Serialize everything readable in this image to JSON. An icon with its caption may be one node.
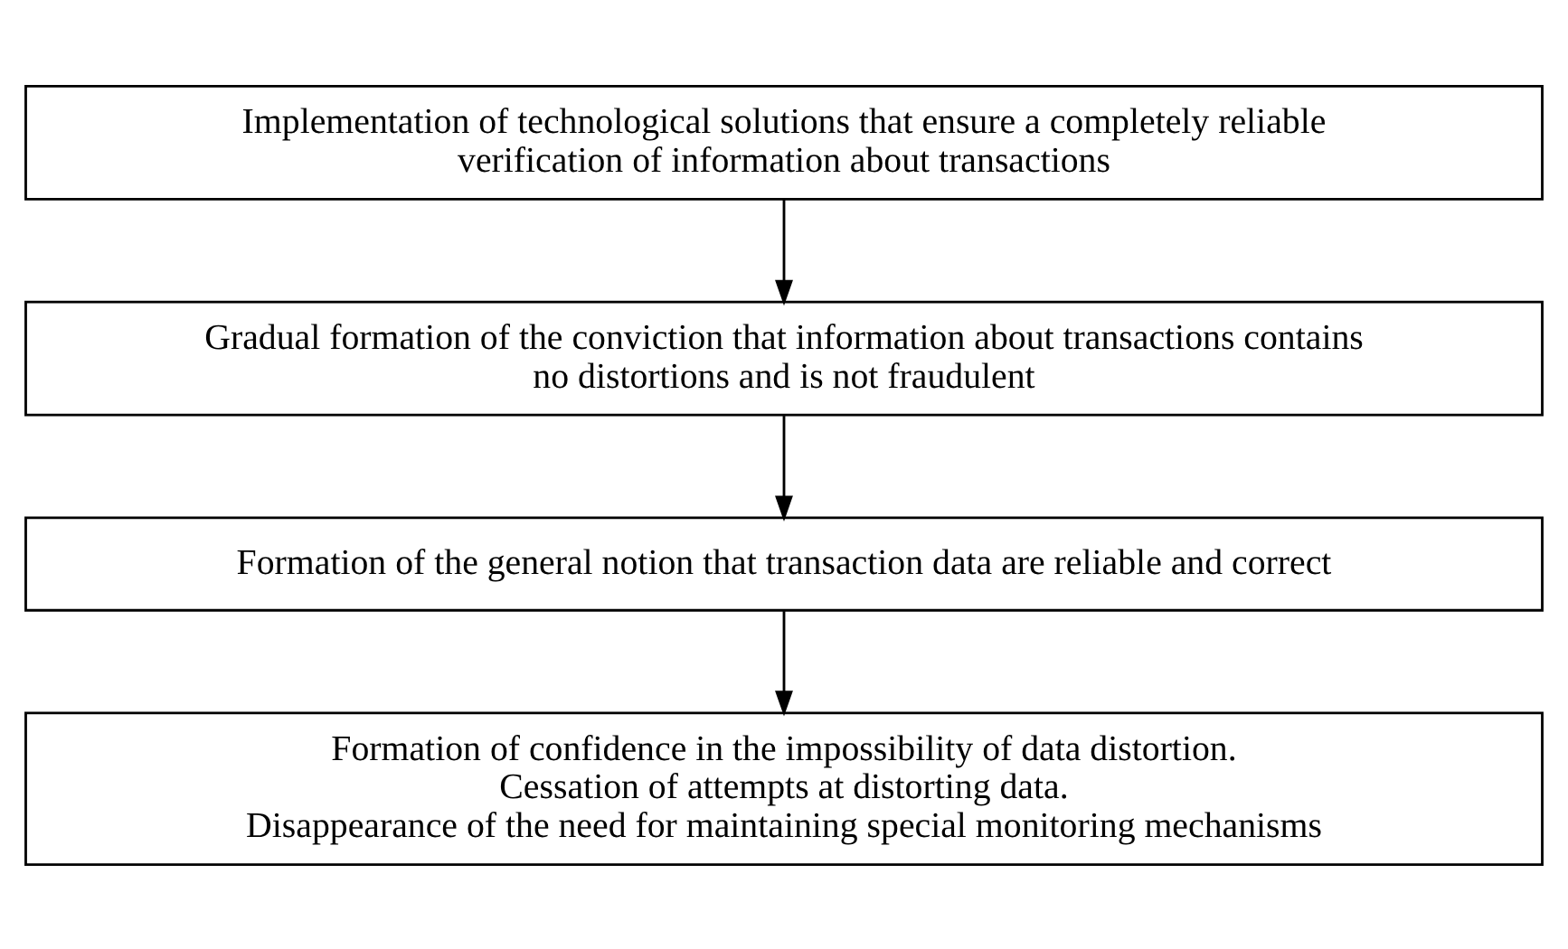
{
  "diagram": {
    "nodes": [
      {
        "text": [
          "Implementation of technological solutions that ensure a completely reliable verification of information about transactions"
        ]
      },
      {
        "text": [
          "Gradual formation of the conviction that information about transactions contains no distortions and is not fraudulent"
        ]
      },
      {
        "text": [
          "Formation of the general notion that transaction data are reliable and correct"
        ]
      },
      {
        "text": [
          "Formation of confidence in the impossibility of data distortion.",
          "Cessation of attempts at distorting data.",
          "Disappearance of the need for maintaining special monitoring mechanisms"
        ]
      }
    ],
    "edges": [
      {
        "from": 0,
        "to": 1,
        "arrow": "to"
      },
      {
        "from": 1,
        "to": 2,
        "arrow": "to"
      },
      {
        "from": 2,
        "to": 3,
        "arrow": "to"
      }
    ]
  }
}
